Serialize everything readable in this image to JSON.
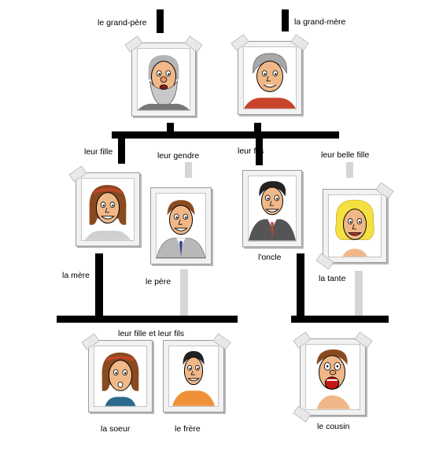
{
  "labels": {
    "grandfather": "le grand-père",
    "grandmother": "la grand-mère",
    "their_daughter": "leur fille",
    "their_son_in_law": "leur gendre",
    "their_son": "leur fils",
    "their_daughter_in_law": "leur belle fille",
    "uncle": "l'oncle",
    "mother": "la mère",
    "father": "le père",
    "aunt": "la tante",
    "their_children": "leur fille et leur fils",
    "sister": "la soeur",
    "brother": "le frère",
    "cousin": "le cousin"
  },
  "colors": {
    "line": "#000000",
    "faded_line": "#d6d6d6",
    "card_frame": "#f2f2f2",
    "skin": "#f0b888",
    "red_shirt": "#c8442a",
    "orange_shirt": "#f09038",
    "suit": "#b8b8b8",
    "hair_brown": "#8a4a20",
    "hair_blonde": "#f4e040"
  },
  "icons": [
    "grandfather-portrait-icon",
    "grandmother-portrait-icon",
    "woman-portrait-icon",
    "man-portrait-icon",
    "boy-portrait-icon",
    "screaming-boy-portrait-icon"
  ]
}
